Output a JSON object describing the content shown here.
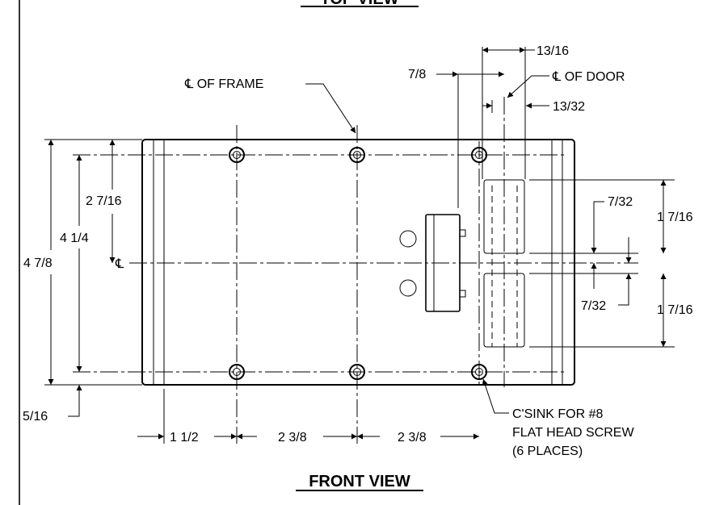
{
  "titles": {
    "top_view": "TOP VIEW",
    "front_view": "FRONT VIEW"
  },
  "callouts": {
    "cl_frame": "℄ OF FRAME",
    "cl_door": "℄ OF DOOR",
    "cl_symbol": "℄",
    "csink_line1": "C'SINK FOR #8",
    "csink_line2": "FLAT HEAD SCREW",
    "csink_line3": "(6 PLACES)"
  },
  "dimensions": {
    "d_13_16": "13/16",
    "d_7_8": "7/8",
    "d_13_32": "13/32",
    "d_7_32_upper": "7/32",
    "d_7_32_lower": "7/32",
    "d_1_7_16_upper": "1 7/16",
    "d_1_7_16_lower": "1 7/16",
    "d_2_7_16": "2 7/16",
    "d_4_1_4": "4 1/4",
    "d_4_7_8": "4 7/8",
    "d_5_16": "5/16",
    "d_1_1_2": "1 1/2",
    "d_2_3_8_left": "2 3/8",
    "d_2_3_8_right": "2 3/8"
  }
}
